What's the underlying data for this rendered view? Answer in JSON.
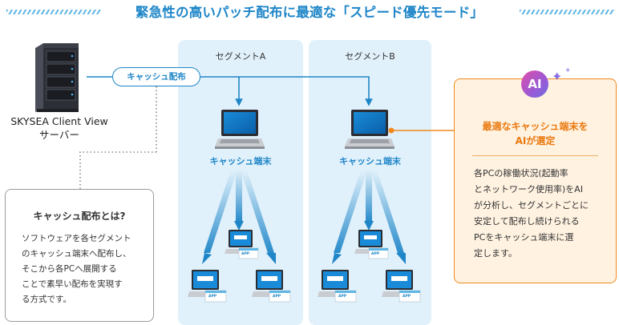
{
  "title": "緊急性の高いパッチ配布に最適な「スピード優先モード」",
  "server": {
    "name_line1": "SKYSEA Client View",
    "name_line2": "サーバー"
  },
  "cache_distribution_label": "キャッシュ配布",
  "segments": [
    {
      "label": "セグメントA",
      "cache_terminal_label": "キャッシュ端末"
    },
    {
      "label": "セグメントB",
      "cache_terminal_label": "キャッシュ端末"
    }
  ],
  "app_tag": "APP",
  "info_box": {
    "title": "キャッシュ配布とは?",
    "lines": [
      "ソフトウェアを各セグメント",
      "のキャッシュ端末へ配布し、",
      "そこから各PCへ展開する",
      "ことで素早い配布を実現す",
      "る方式です。"
    ]
  },
  "ai_box": {
    "badge": "AI",
    "title_line1": "最適なキャッシュ端末を",
    "title_line2": "AIが選定",
    "lines": [
      "各PCの稼働状況(起動率",
      "とネットワーク使用率)をAI",
      "が分析し、セグメントごとに",
      "安定して配布し続けられる",
      "PCをキャッシュ端末に選",
      "定します。"
    ]
  },
  "colors": {
    "accent_blue": "#1f86c8",
    "segment_bg": "#e1f1fb",
    "ai_orange": "#f08a1c",
    "ai_bg": "#fff2e1"
  }
}
